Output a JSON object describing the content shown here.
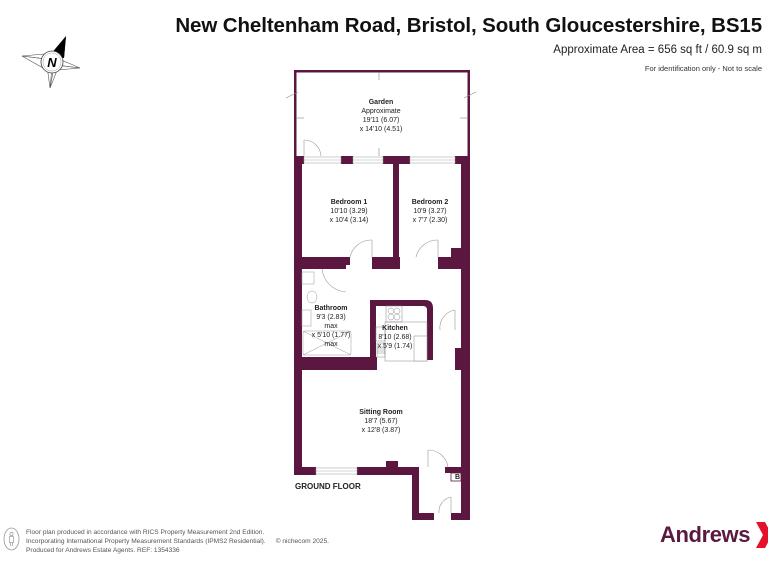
{
  "header": {
    "title": "New Cheltenham Road, Bristol, South Gloucestershire, BS15",
    "area": "Approximate Area = 656 sq ft / 60.9 sq m",
    "disclaimer": "For identification only - Not to scale"
  },
  "compass": {
    "label": "N",
    "icon": "north-compass-icon"
  },
  "colors": {
    "wall": "#5c1740",
    "brand": "#5a1a3f",
    "brand_accent": "#e4112b"
  },
  "rooms": {
    "garden": {
      "name": "Garden",
      "line1": "Approximate",
      "line2": "19'11 (6.07)",
      "line3": "x 14'10 (4.51)"
    },
    "bedroom1": {
      "name": "Bedroom 1",
      "line1": "10'10 (3.29)",
      "line2": "x 10'4 (3.14)"
    },
    "bedroom2": {
      "name": "Bedroom 2",
      "line1": "10'9 (3.27)",
      "line2": "x 7'7 (2.30)"
    },
    "bathroom": {
      "name": "Bathroom",
      "line1": "9'3 (2.83)",
      "line2": "max",
      "line3": "x 5'10 (1.77)",
      "line4": "max"
    },
    "kitchen": {
      "name": "Kitchen",
      "line1": "8'10 (2.68)",
      "line2": "x 5'9 (1.74)"
    },
    "sitting_room": {
      "name": "Sitting Room",
      "line1": "18'7 (5.67)",
      "line2": "x 12'8 (3.87)"
    }
  },
  "floor_label": "GROUND FLOOR",
  "boiler_mark": "B",
  "footer": {
    "line1": "Floor plan produced in accordance with RICS Property Measurement 2nd Edition.",
    "line2": "Incorporating International Property Measurement Standards (IPMS2 Residential).",
    "copyright": "© nichecom 2025.",
    "line3": "Produced for Andrews Estate Agents.    REF: 1354336"
  },
  "logo": {
    "text": "Andrews"
  }
}
